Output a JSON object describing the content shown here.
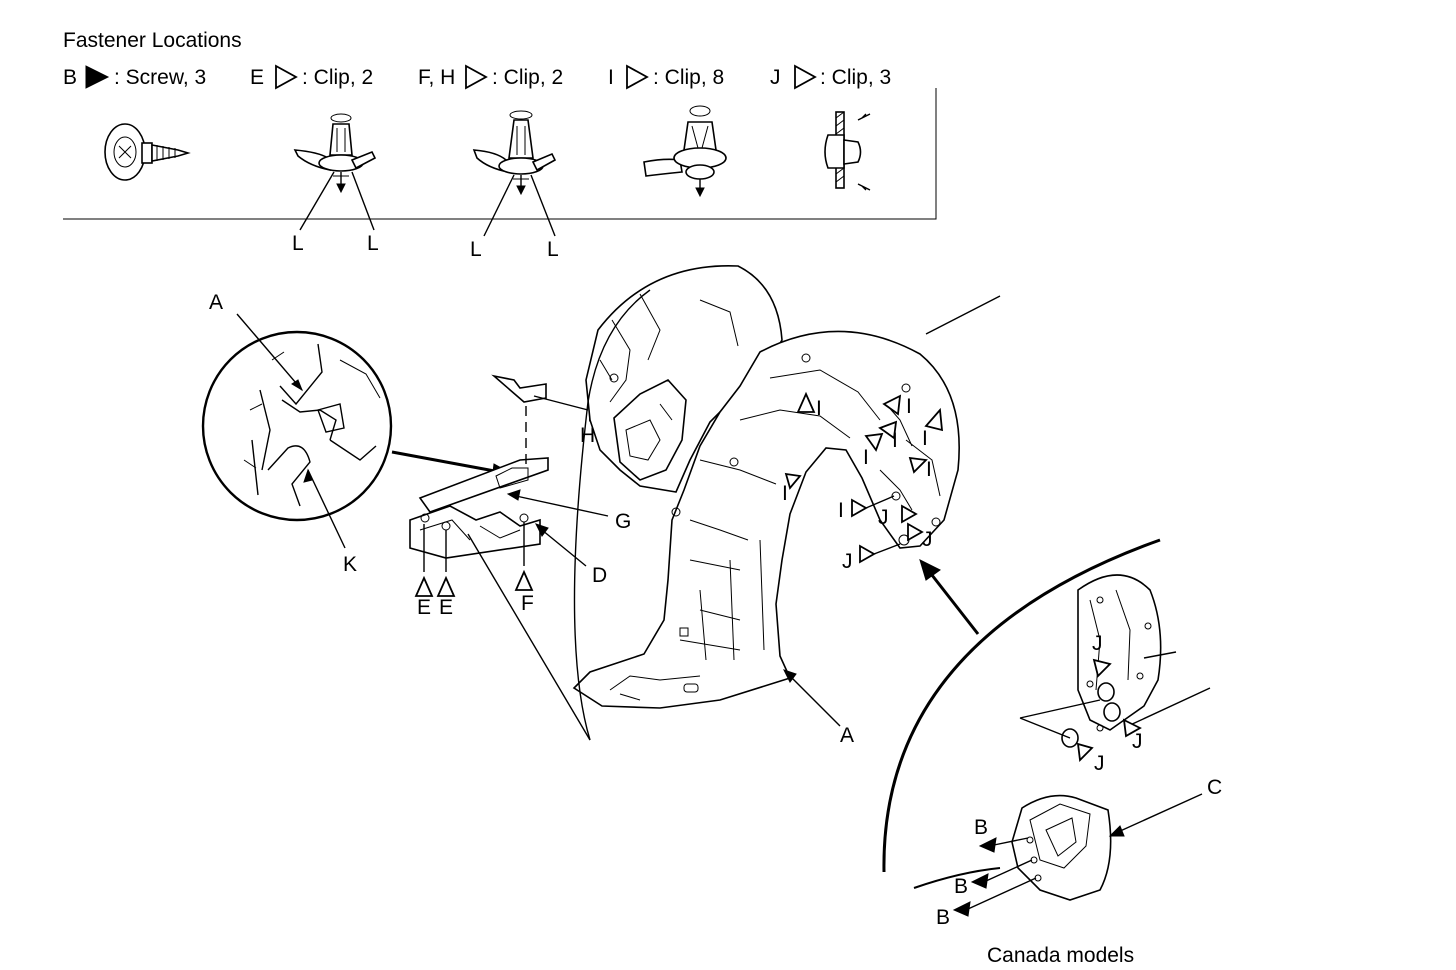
{
  "header": {
    "title": "Fastener Locations",
    "legend": [
      {
        "letters": "B",
        "symbol": "filled-triangle-icon",
        "text": ": Screw, 3"
      },
      {
        "letters": "E",
        "symbol": "outline-triangle-icon",
        "text": ": Clip, 2"
      },
      {
        "letters": "F, H",
        "symbol": "outline-triangle-icon",
        "text": ": Clip, 2"
      },
      {
        "letters": "I",
        "symbol": "outline-triangle-icon",
        "text": ": Clip, 8"
      },
      {
        "letters": "J",
        "symbol": "outline-triangle-icon",
        "text": ": Clip, 3"
      }
    ],
    "fastener_labels": {
      "l1": "L",
      "l2": "L",
      "l3": "L",
      "l4": "L"
    }
  },
  "callouts": {
    "a_top": "A",
    "a_bottom": "A",
    "c": "C",
    "d": "D",
    "g": "G",
    "h": "H",
    "k": "K",
    "e1": "E",
    "e2": "E",
    "f": "F",
    "i1": "I",
    "i2": "I",
    "i3": "I",
    "i4": "I",
    "i5": "I",
    "i6": "I",
    "i7": "I",
    "i8": "I",
    "j1": "J",
    "j2": "J",
    "j3": "J",
    "j4": "J",
    "j5": "J",
    "j6": "J",
    "b1": "B",
    "b2": "B",
    "b3": "B"
  },
  "footer": {
    "canada_label": "Canada models"
  }
}
